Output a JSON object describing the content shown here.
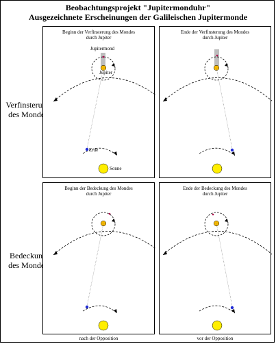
{
  "header": {
    "title": "Beobachtungsprojekt \"Jupitermonduhr\"",
    "subtitle": "Ausgezeichnete Erscheinungen der Galileischen Jupitermonde"
  },
  "rows": [
    {
      "label_line1": "Verfinsterung",
      "label_line2": "des Mondes"
    },
    {
      "label_line1": "Bedeckung",
      "label_line2": "des Mondes"
    }
  ],
  "panels": [
    {
      "title_line1": "Beginn der Verfinsterung des Mondes",
      "title_line2": "durch Jupiter",
      "labels": {
        "moon": "Jupitermond",
        "jupiter": "Jupiter",
        "earth": "Erde",
        "sun": "Sonne"
      }
    },
    {
      "title_line1": "Ende der Verfinsterung des Mondes",
      "title_line2": "durch Jupiter"
    },
    {
      "title_line1": "Beginn der Bedeckung des Mondes",
      "title_line2": "durch Jupiter"
    },
    {
      "title_line1": "Ende der Bedeckung des Mondes",
      "title_line2": "durch Jupiter"
    }
  ],
  "columns": [
    {
      "caption": "nach der Opposition"
    },
    {
      "caption": "vor der Opposition"
    }
  ],
  "colors": {
    "sun": "#ffee00",
    "jupiter": "#f5b800",
    "earth": "#1f2bd6",
    "moon": "#b0004a",
    "shadow": "#bdbdbd"
  }
}
